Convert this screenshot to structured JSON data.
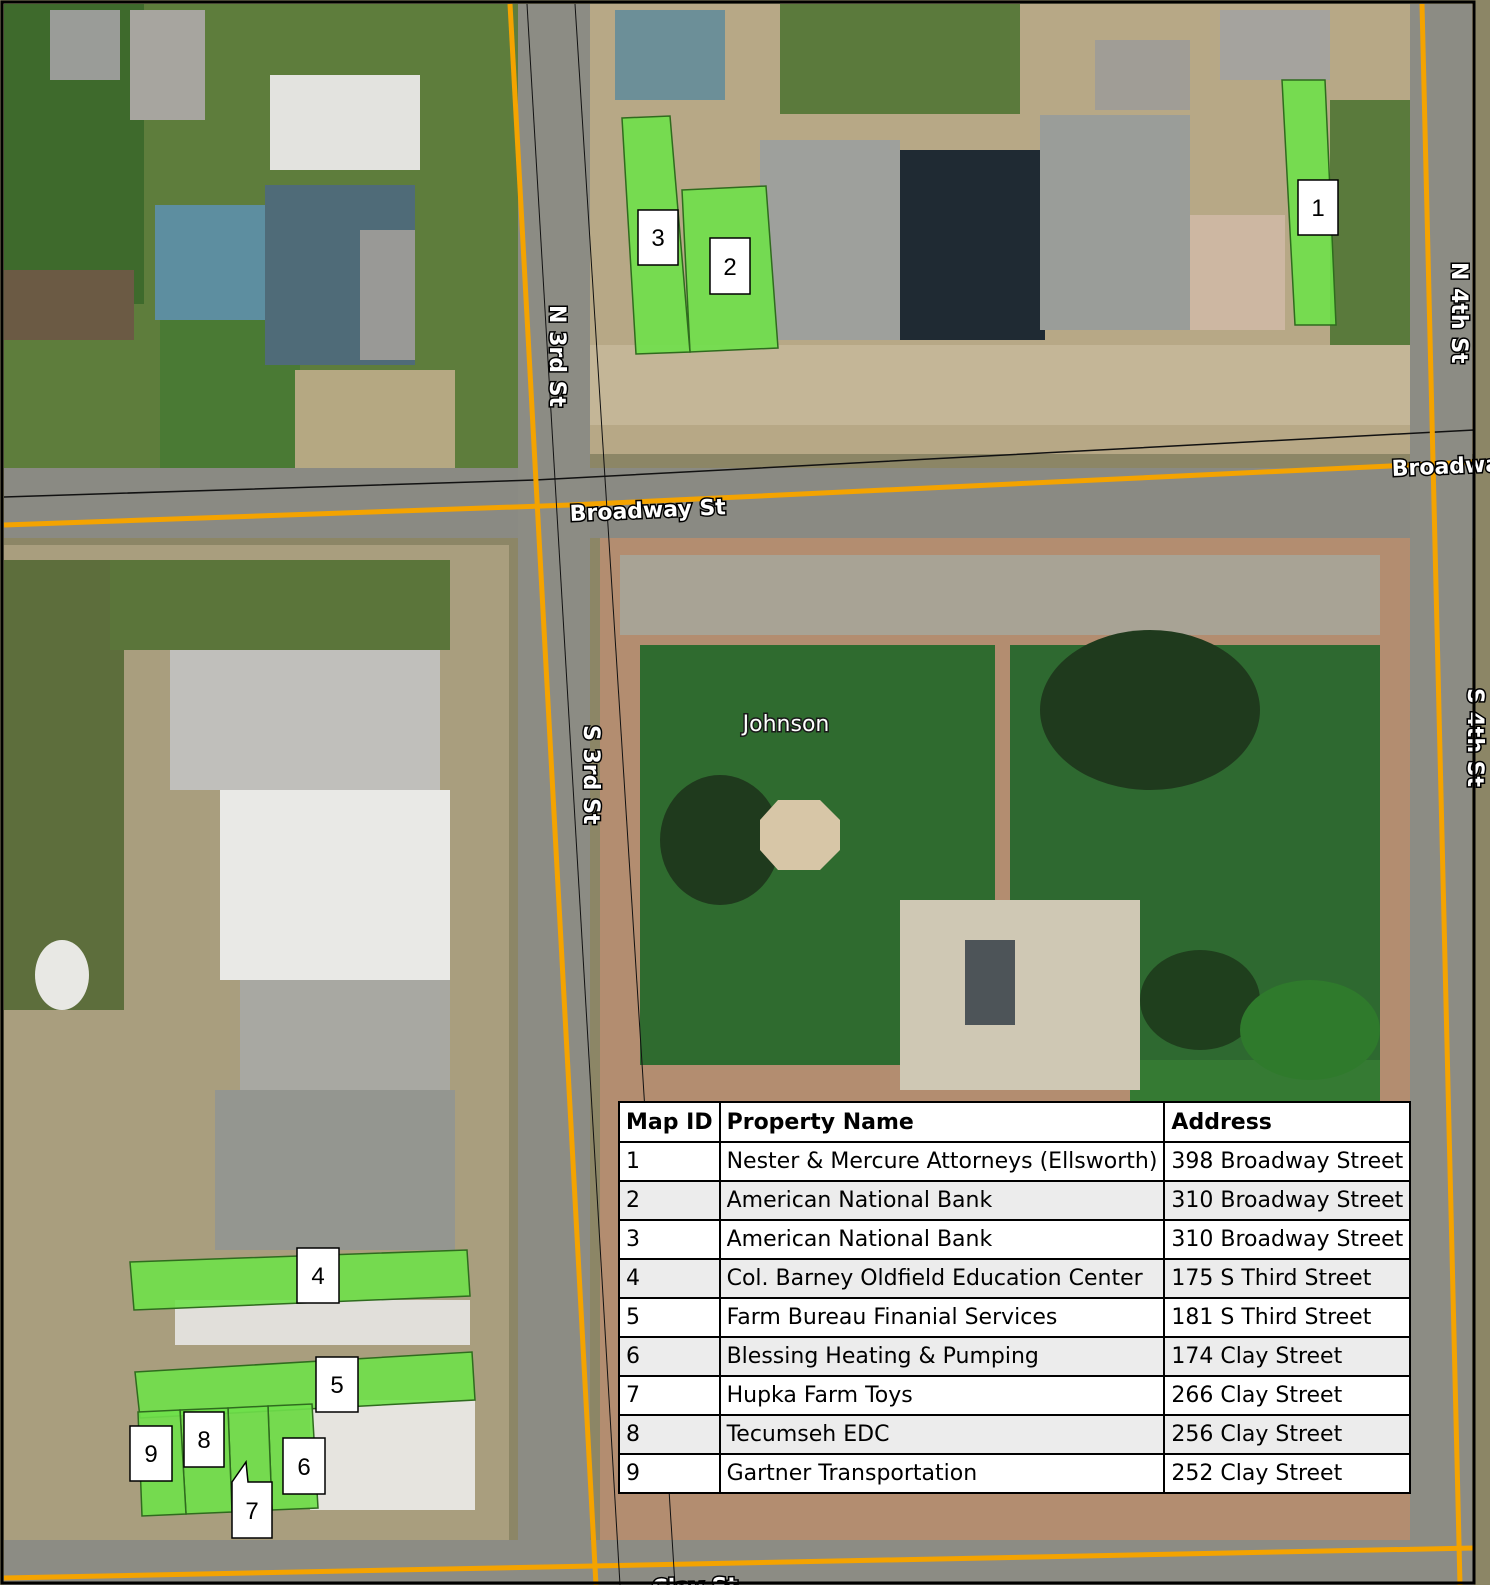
{
  "map": {
    "street_labels": {
      "n3rd": "N 3rd St",
      "s3rd": "S 3rd St",
      "n4th": "N 4th St",
      "s4th_partial": "S 4th St",
      "broadway_main": "Broadway St",
      "broadway_right": "Broadway St",
      "clay": "Clay St"
    },
    "place_label": "Johnson",
    "parcel_ids": [
      "1",
      "2",
      "3",
      "4",
      "5",
      "6",
      "7",
      "8",
      "9"
    ],
    "colors": {
      "parcel_fill": "#6fe04a",
      "parcel_stroke": "#2f6b1e",
      "road": "#f4a300",
      "grass": "#2f6b2f"
    }
  },
  "legend": {
    "headers": [
      "Map ID",
      "Property Name",
      "Address"
    ],
    "rows": [
      [
        "1",
        "Nester & Mercure Attorneys (Ellsworth)",
        "398 Broadway Street"
      ],
      [
        "2",
        "American National Bank",
        "310 Broadway Street"
      ],
      [
        "3",
        "American National Bank",
        "310 Broadway Street"
      ],
      [
        "4",
        "Col. Barney Oldfield Education Center",
        "175 S Third Street"
      ],
      [
        "5",
        "Farm Bureau Finanial Services",
        "181 S Third Street"
      ],
      [
        "6",
        "Blessing Heating & Pumping",
        "174 Clay Street"
      ],
      [
        "7",
        "Hupka Farm Toys",
        "266 Clay Street"
      ],
      [
        "8",
        "Tecumseh EDC",
        "256 Clay Street"
      ],
      [
        "9",
        "Gartner Transportation",
        "252 Clay Street"
      ]
    ]
  }
}
